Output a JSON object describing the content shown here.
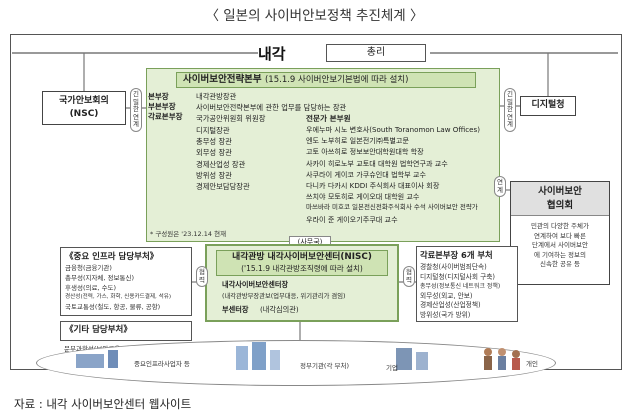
{
  "title": "〈 일본의 사이버안보정책 추진체계 〉",
  "cabinet": {
    "label": "내각",
    "pm": "총리"
  },
  "hq": {
    "title": "사이버보안전략본부",
    "title_note": "(15.1.9 사이버안보기본법에 따라 설치)",
    "roles": [
      "본부장",
      "부본부장",
      "각료본부장"
    ],
    "members_left": [
      "내각관방장관",
      "디지털장관",
      "총무성 장관",
      "외무성 장관",
      "경제산업성 장관",
      "방위성 장관",
      "경제안보담당장관"
    ],
    "wide_lines": [
      "사이버보안전략본부에 관한 업무를 담당하는 장관",
      "국가공안위원회 위원장"
    ],
    "expert_label": "전문가 본부원",
    "experts": [
      "우에누마 시노 변호사(South Toranomon Law Offices)",
      "엔도 노부히로 일본전기㈜특별고문",
      "고토 아쓰히로 정보보안대학원대학 학장",
      "사카이 히로노부 교토대 대학원 법학연구과 교수",
      "사쿠라이 게이코 가쿠슈인대 법학부 교수",
      "다니카 다카시 KDDI 주식회사 대표이사 회장",
      "쓰치야 모토히로 게이오대 대학원 교수",
      "마쓰바라 미호코 일본전신전화주식회사 수석 사이버보안 전략가",
      "우라이 준 게이오기주쿠대 교수"
    ],
    "note": "* 구성원은 '23.12.14 현재"
  },
  "nsc": {
    "label1": "국가안보회의",
    "label2": "(NSC)"
  },
  "digital": {
    "label": "디지털청"
  },
  "coop": {
    "title1": "사이버보안",
    "title2": "협의회",
    "body": [
      "민관의 다양한 주체가",
      "연계하여 보다 빠른",
      "단계에서 사이버보안",
      "에 기여하는 정보의",
      "신속한 공유 등"
    ]
  },
  "links": {
    "nsc_link": "긴밀한연계",
    "digital_link": "긴밀한연계",
    "coop_link": "연계",
    "coop_left": "협력",
    "coop_right": "협력"
  },
  "secretariat": "(사무국)",
  "nisc": {
    "title": "내각관방 내각사이버보안센터(NISC)",
    "title_note": "('15.1.9 내각관방조직령에 따라 설치)",
    "head": "내각사이버보안센터장",
    "head_note": "(내각관방부장관보(업무대응, 위기관리가 겸임)",
    "deputy": "부센터장",
    "deputy_note": "(내각심의관)"
  },
  "infra": {
    "title": "《중요 인프라 담당부처》",
    "body": [
      "금융청(금융기관)",
      "총무성(지자체, 정보통신)",
      "후생성(의료, 수도)",
      "경산성(전력, 가스, 화학, 신용카드결제, 석유)",
      "국토교통성(철도, 항공, 물류, 공항)"
    ]
  },
  "other": {
    "title": "《기타 담당부처》",
    "body": "문부과학성(보안교육) 등"
  },
  "agencies": {
    "title": "각료본부장 6개 부처",
    "body": [
      "경찰청(사이버범죄단속)",
      "디지털청(디지털사회 구축)",
      "총무성(정보통신 네트워크 정책)",
      "외무성(외교, 안보)",
      "경제산업성(산업정책)",
      "방위성(국가 방위)"
    ]
  },
  "bottom": {
    "infra_ops": "중요인프라사업자 등",
    "gov": "정부기관(각 부처)",
    "company": "기업",
    "individual": "개인"
  },
  "source": "자료 : 내각 사이버보안센터 웹사이트",
  "colors": {
    "green_fill": "#e4efd6",
    "green_border": "#7aa05a",
    "green_header": "#cfe3b4"
  }
}
